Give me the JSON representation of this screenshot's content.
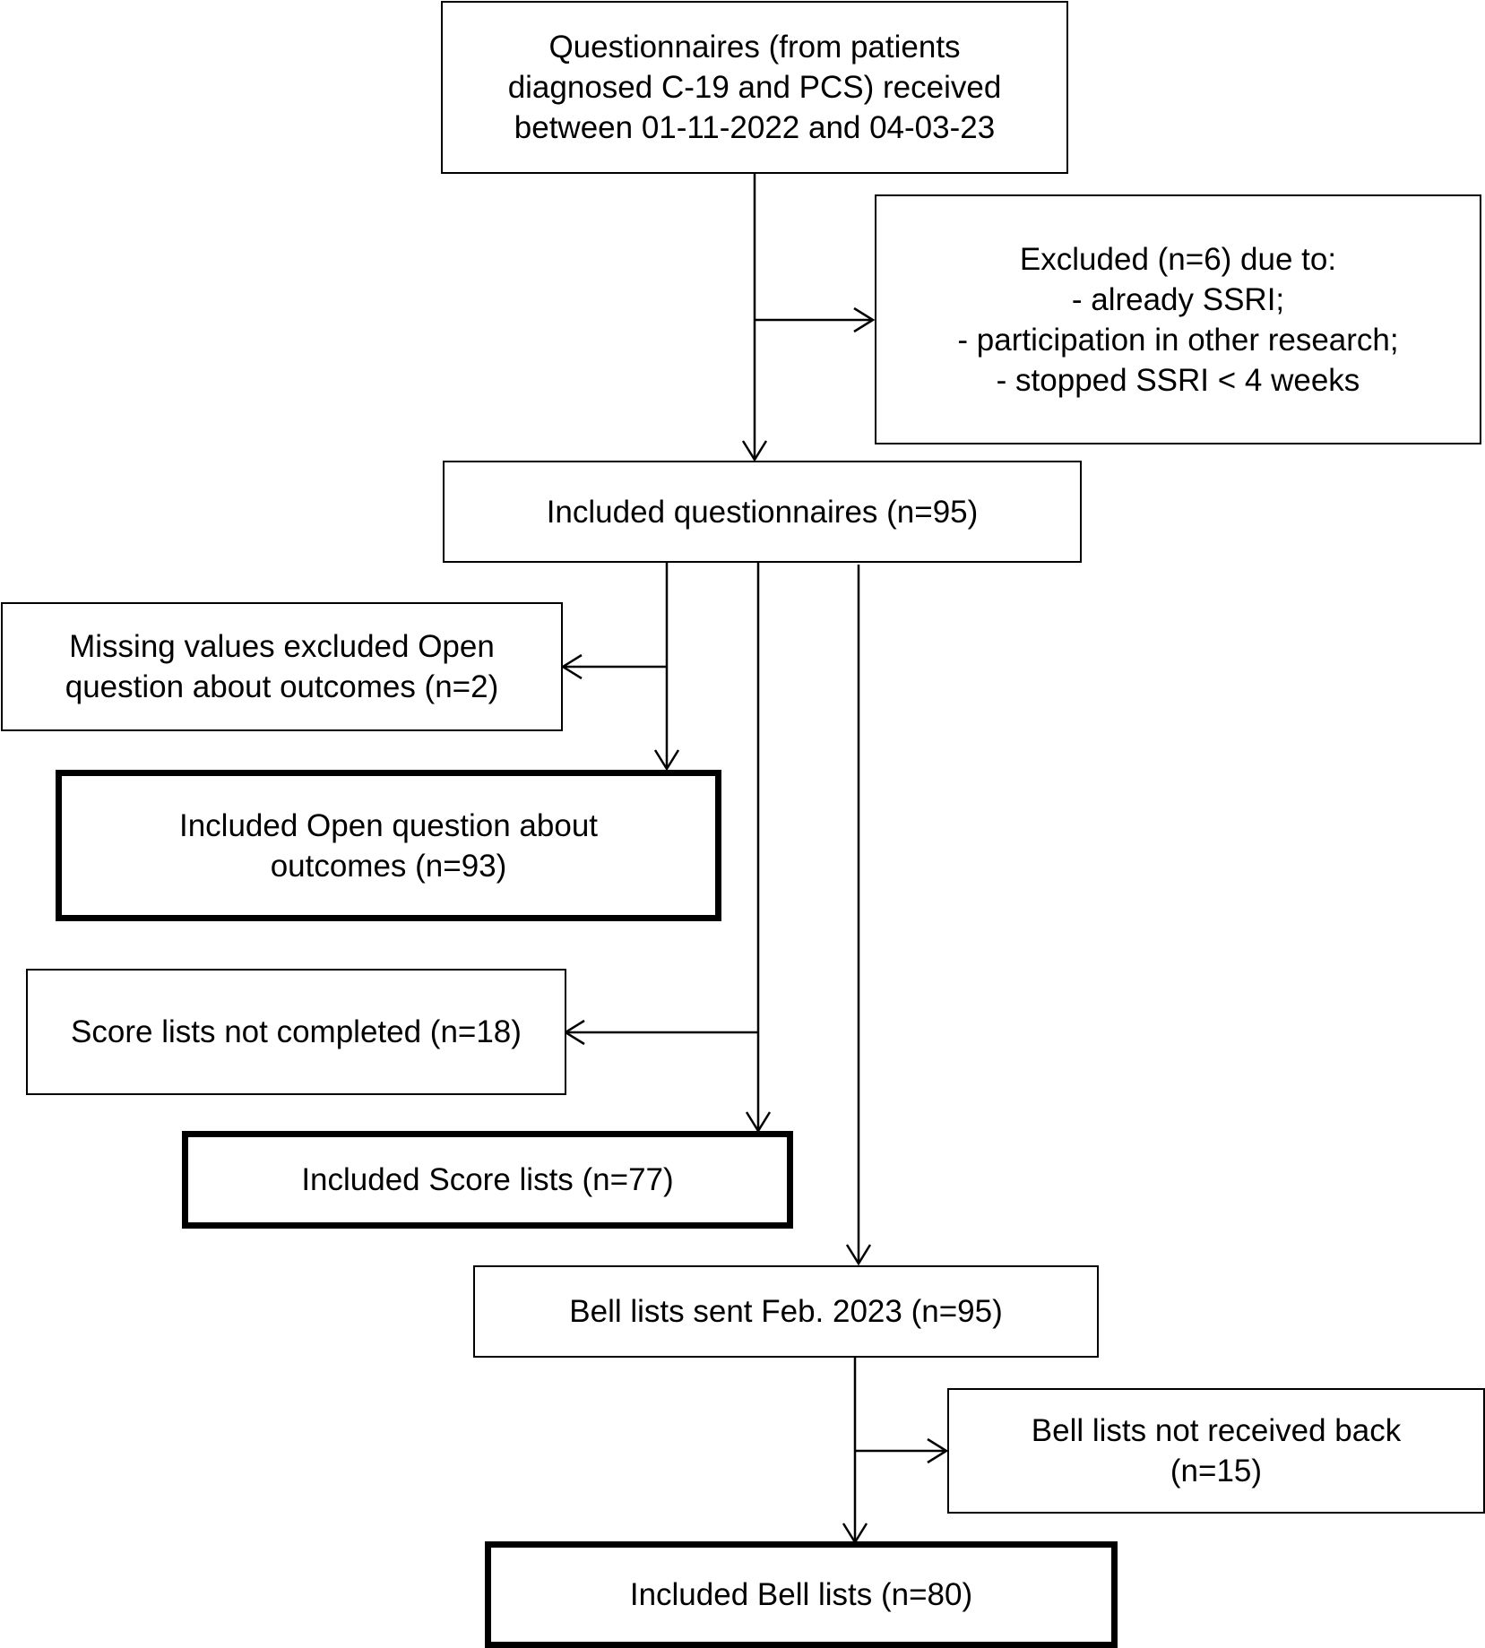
{
  "flowchart": {
    "start": {
      "lines": [
        "Questionnaires (from patients",
        "diagnosed C-19 and PCS) received",
        "between 01-11-2022 and 04-03-23"
      ]
    },
    "excluded": {
      "lines": [
        "Excluded (n=6) due to:",
        "- already SSRI;",
        "- participation in other research;",
        "- stopped SSRI < 4 weeks"
      ]
    },
    "included_questionnaires": {
      "lines": [
        "Included questionnaires (n=95)"
      ]
    },
    "missing_values": {
      "lines": [
        "Missing values excluded Open",
        "question about outcomes (n=2)"
      ]
    },
    "included_open_question": {
      "lines": [
        "Included Open question about",
        "outcomes (n=93)"
      ]
    },
    "score_not_completed": {
      "lines": [
        "Score lists not completed (n=18)"
      ]
    },
    "included_score_lists": {
      "lines": [
        "Included Score lists (n=77)"
      ]
    },
    "bell_sent": {
      "lines": [
        "Bell lists sent Feb. 2023 (n=95)"
      ]
    },
    "bell_not_received": {
      "lines": [
        "Bell lists not received back",
        "(n=15)"
      ]
    },
    "included_bell_lists": {
      "lines": [
        "Included Bell lists (n=80)"
      ]
    }
  }
}
